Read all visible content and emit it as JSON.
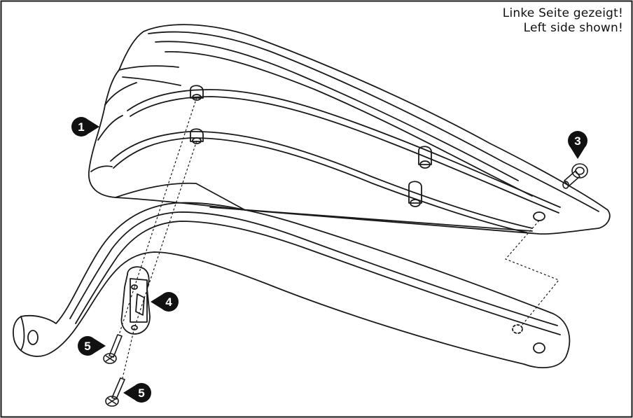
{
  "notes": {
    "german": "Linke Seite gezeigt!",
    "english": "Left side shown!"
  },
  "callouts": [
    {
      "id": "1",
      "label": "1",
      "pointer": "right"
    },
    {
      "id": "3",
      "label": "3",
      "pointer": "down"
    },
    {
      "id": "4",
      "label": "4",
      "pointer": "left"
    },
    {
      "id": "5a",
      "label": "5",
      "pointer": "left"
    },
    {
      "id": "5b",
      "label": "5",
      "pointer": "left"
    }
  ],
  "colors": {
    "line": "#1a1a1a",
    "badge": "#111111",
    "background": "#ffffff"
  }
}
